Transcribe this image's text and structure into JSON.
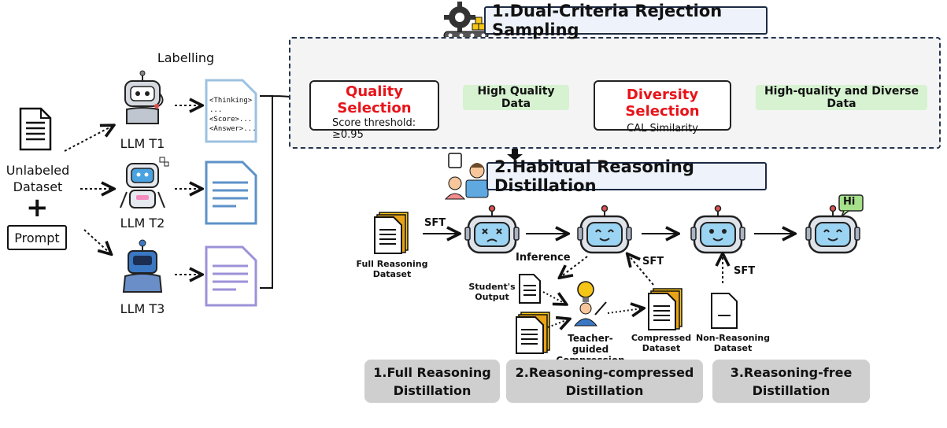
{
  "left": {
    "dataset_label": "Unlabeled\nDataset",
    "plus": "+",
    "prompt": "Prompt",
    "labelling": "Labelling",
    "llms": [
      "LLM T1",
      "LLM T2",
      "LLM T3"
    ],
    "doc_lines": [
      "<Thinking>",
      "...",
      "<Score>...",
      "<Answer>..."
    ]
  },
  "stage1": {
    "title": "1.Dual-Criteria Rejection Sampling",
    "quality_title": "Quality Selection",
    "quality_sub": "Score threshold:",
    "quality_value": "≥0.95",
    "high_quality": "High Quality Data",
    "diversity_title": "Diversity Selection",
    "diversity_sub": "CAL Similarity",
    "final": "High-quality and Diverse Data"
  },
  "stage2": {
    "title": "2.Habitual Reasoning Distillation",
    "full_dataset": "Full Reasoning\nDataset",
    "sft": "SFT",
    "inference": "Inference",
    "student_output": "Student's\nOutput",
    "teacher": "Teacher-guided\nCompression",
    "compressed": "Compressed\nDataset",
    "non_reasoning": "Non-Reasoning\nDataset",
    "hi": "Hi",
    "phases": [
      "1.Full Reasoning\nDistillation",
      "2.Reasoning-compressed\nDistillation",
      "3.Reasoning-free\nDistillation"
    ]
  },
  "colors": {
    "accent_red": "#e8141a",
    "green_box": "#d6f2d0",
    "phase_gray": "#cfcfcf",
    "panel_bg": "#f4f4f4"
  }
}
